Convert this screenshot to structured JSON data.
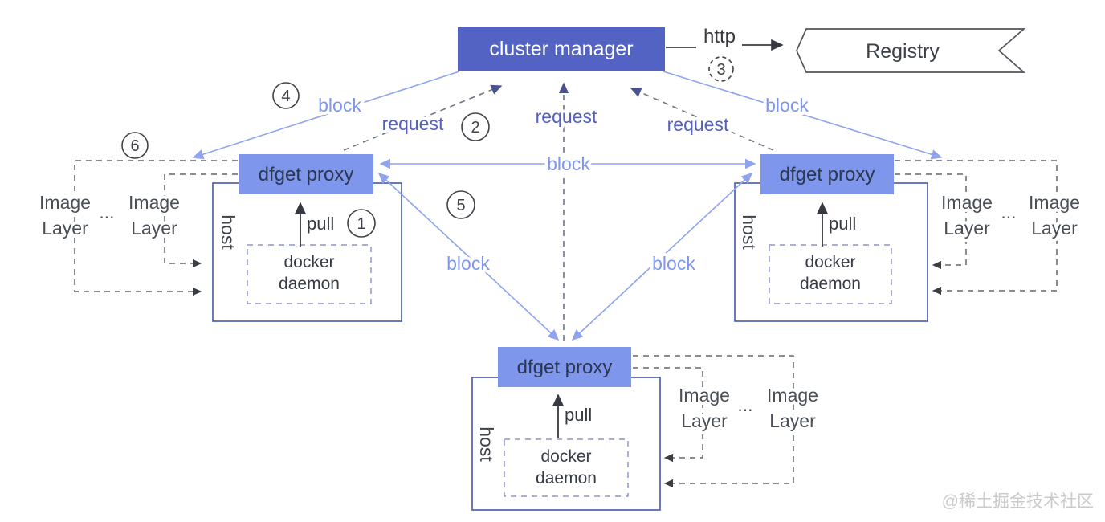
{
  "diagram": {
    "nodes": {
      "cluster_manager": "cluster manager",
      "registry": "Registry",
      "dfget_proxy": "dfget proxy",
      "host": "host",
      "docker_line1": "docker",
      "docker_line2": "daemon"
    },
    "labels": {
      "http": "http",
      "pull": "pull",
      "block": "block",
      "request": "request",
      "image": "Image",
      "layer": "Layer",
      "ellipsis": "..."
    },
    "steps": {
      "s1": "1",
      "s2": "2",
      "s3": "3",
      "s4": "4",
      "s5": "5",
      "s6": "6"
    },
    "watermark": "@稀土掘金技术社区",
    "colors": {
      "cluster_manager_fill": "#5363c4",
      "proxy_fill": "#7e97ec",
      "block_accent": "#8fa3ef",
      "request_accent": "#5560be",
      "host_border": "#4f62ad"
    }
  }
}
